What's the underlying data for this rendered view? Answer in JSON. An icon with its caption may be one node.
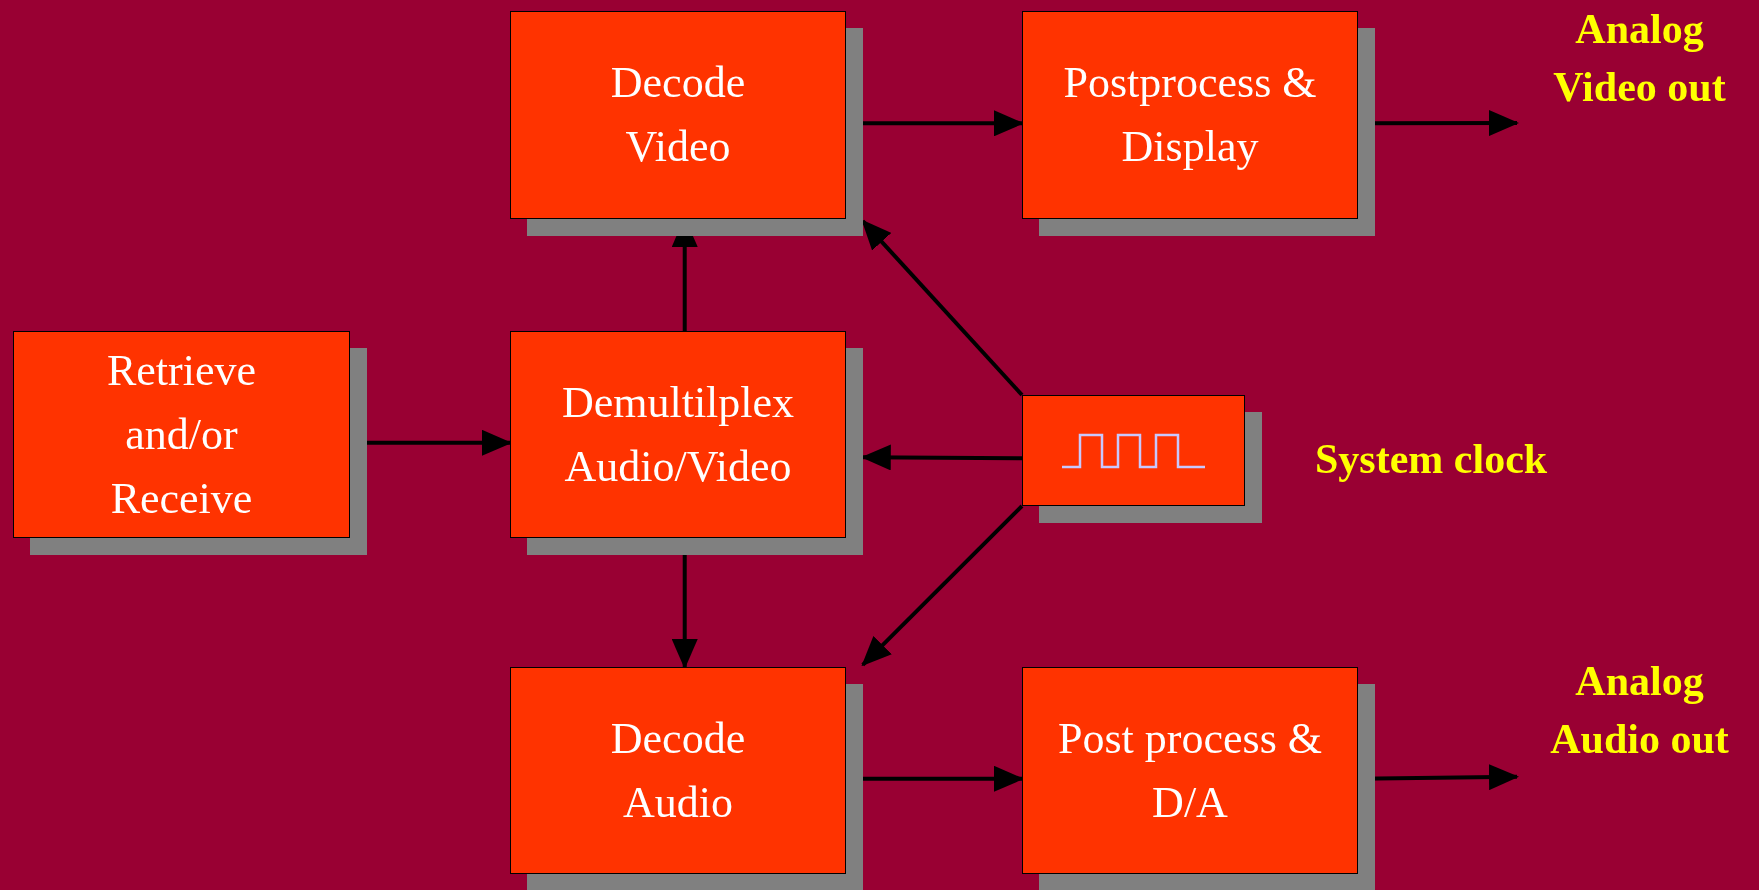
{
  "diagram": {
    "nodes": [
      {
        "text": [
          "Decode Video"
        ]
      },
      {
        "text": [
          "Postprocess & Display"
        ]
      },
      {
        "text": [
          "Retrieve and/or Receive"
        ]
      },
      {
        "text": [
          "Demultilplex Audio/Video"
        ]
      },
      {
        "text": [],
        "shape": "box",
        "beside": [
          "System clock"
        ]
      },
      {
        "text": [
          "Decode Audio"
        ]
      },
      {
        "text": [
          "Post process & D/A"
        ]
      },
      {
        "text": [
          "Analog Video out"
        ]
      },
      {
        "text": [
          "Analog Audio out"
        ]
      }
    ],
    "edges": [
      {
        "from": 2,
        "to": 3,
        "arrow": "to"
      },
      {
        "from": 3,
        "to": 0,
        "arrow": "to"
      },
      {
        "from": 3,
        "to": 5,
        "arrow": "to"
      },
      {
        "from": 0,
        "to": 1,
        "arrow": "to"
      },
      {
        "from": 1,
        "to": 7,
        "arrow": "to"
      },
      {
        "from": 4,
        "to": 0,
        "arrow": "to"
      },
      {
        "from": 4,
        "to": 3,
        "arrow": "to"
      },
      {
        "from": 4,
        "to": 5,
        "arrow": "to"
      },
      {
        "from": 5,
        "to": 6,
        "arrow": "to"
      },
      {
        "from": 6,
        "to": 8,
        "arrow": "to"
      }
    ]
  }
}
